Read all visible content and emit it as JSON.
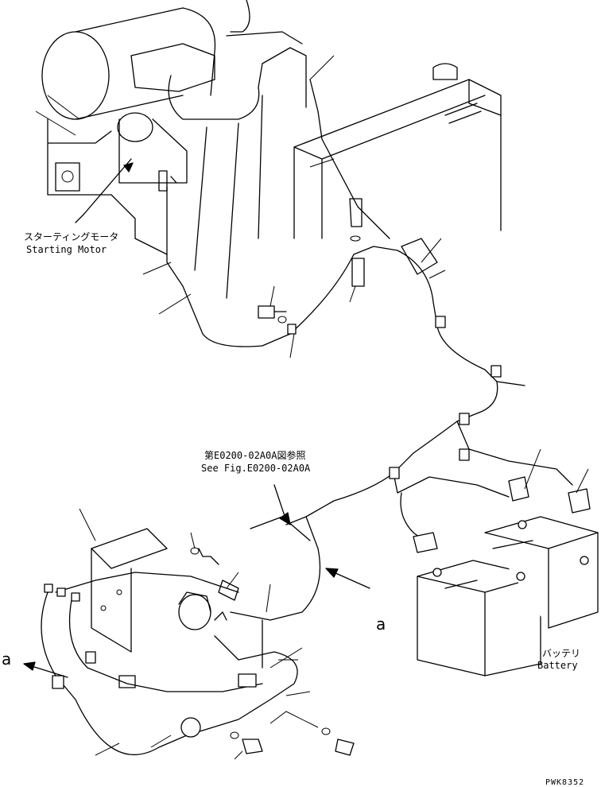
{
  "labels": {
    "starting_motor_jp": "スターティングモータ",
    "starting_motor_en": "Starting Motor",
    "see_fig_jp": "第E0200-02A0A図参照",
    "see_fig_en": "See Fig.E0200-02A0A",
    "battery_jp": "バッテリ",
    "battery_en": "Battery",
    "view_a_left": "a",
    "view_a_right": "a",
    "drawing_code": "PWK8352"
  }
}
